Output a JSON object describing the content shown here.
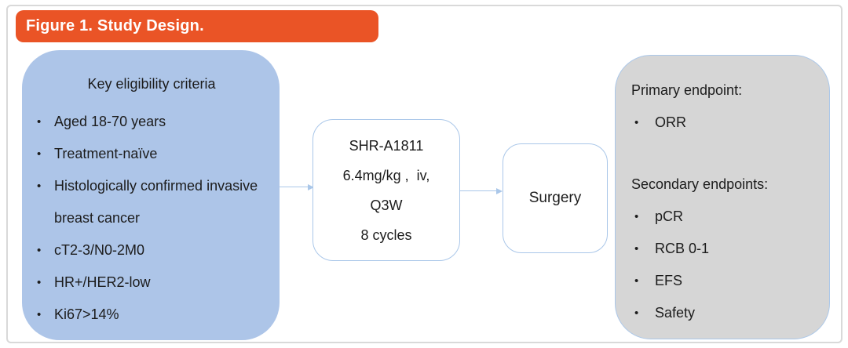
{
  "colors": {
    "banner_orange": "#ea5426",
    "eligibility_blue": "#adc5e8",
    "endpoint_gray": "#d6d6d6",
    "arrow_blue": "#aac7e9"
  },
  "bullet_char": "•",
  "banner": {
    "title": "Figure 1. Study Design."
  },
  "eligibility_box": {
    "title": "Key eligibility criteria",
    "items": [
      "Aged 18-70 years",
      "Treatment-naïve",
      "Histologically confirmed invasive breast cancer",
      "cT2-3/N0-2M0",
      "HR+/HER2-low",
      "Ki67>14%"
    ]
  },
  "treatment_box": {
    "lines": [
      "SHR-A1811",
      "6.4mg/kg ,  iv,",
      "Q3W",
      "8 cycles"
    ]
  },
  "surgery_box": {
    "label": "Surgery"
  },
  "endpoints_box": {
    "primary_heading": "Primary endpoint:",
    "primary_items": [
      "ORR"
    ],
    "secondary_heading": "Secondary endpoints:",
    "secondary_items": [
      "pCR",
      "RCB 0-1",
      "EFS",
      "Safety"
    ]
  }
}
